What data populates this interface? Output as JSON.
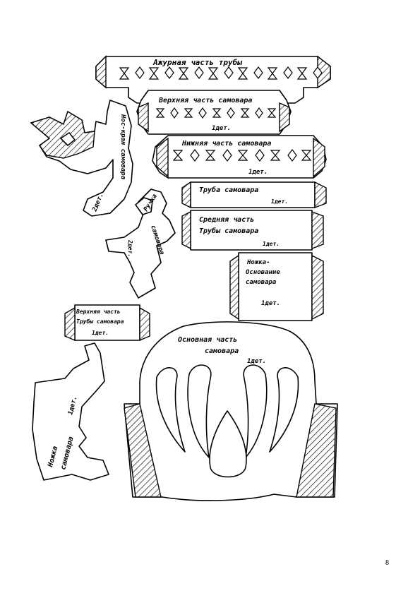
{
  "pieces": {
    "openwork_pipe": {
      "title": "Ажурная часть трубы"
    },
    "upper_part": {
      "title": "Верхняя часть самовара",
      "count": "1дет."
    },
    "lower_part": {
      "title": "Нижняя часть самовара",
      "count": "1дет."
    },
    "spout": {
      "title": "Нос-кран самовара",
      "count": "2дет."
    },
    "handle": {
      "title": "Ручка самовара",
      "label_short": "Ручка",
      "label_name": "самовара",
      "count": "2дет."
    },
    "pipe": {
      "title": "Труба самовара",
      "count": "1дет."
    },
    "middle_pipe": {
      "title_line1": "Средняя часть",
      "title_line2": "Трубы самовара",
      "count": "1дет."
    },
    "leg_base": {
      "title_line1": "Ножка-",
      "title_line2": "Основание",
      "title_line3": "самовара",
      "count": "1дет."
    },
    "upper_pipe": {
      "title_line1": "Верхняя часть",
      "title_line2": "Трубы самовара",
      "count": "1дет."
    },
    "main_body": {
      "title_line1": "Основная часть",
      "title_line2": "самовара",
      "count": "1дет."
    },
    "leg": {
      "title_line1": "Ножка",
      "title_line2": "самовара",
      "count": "1дет."
    }
  },
  "page": {
    "number": "8"
  }
}
